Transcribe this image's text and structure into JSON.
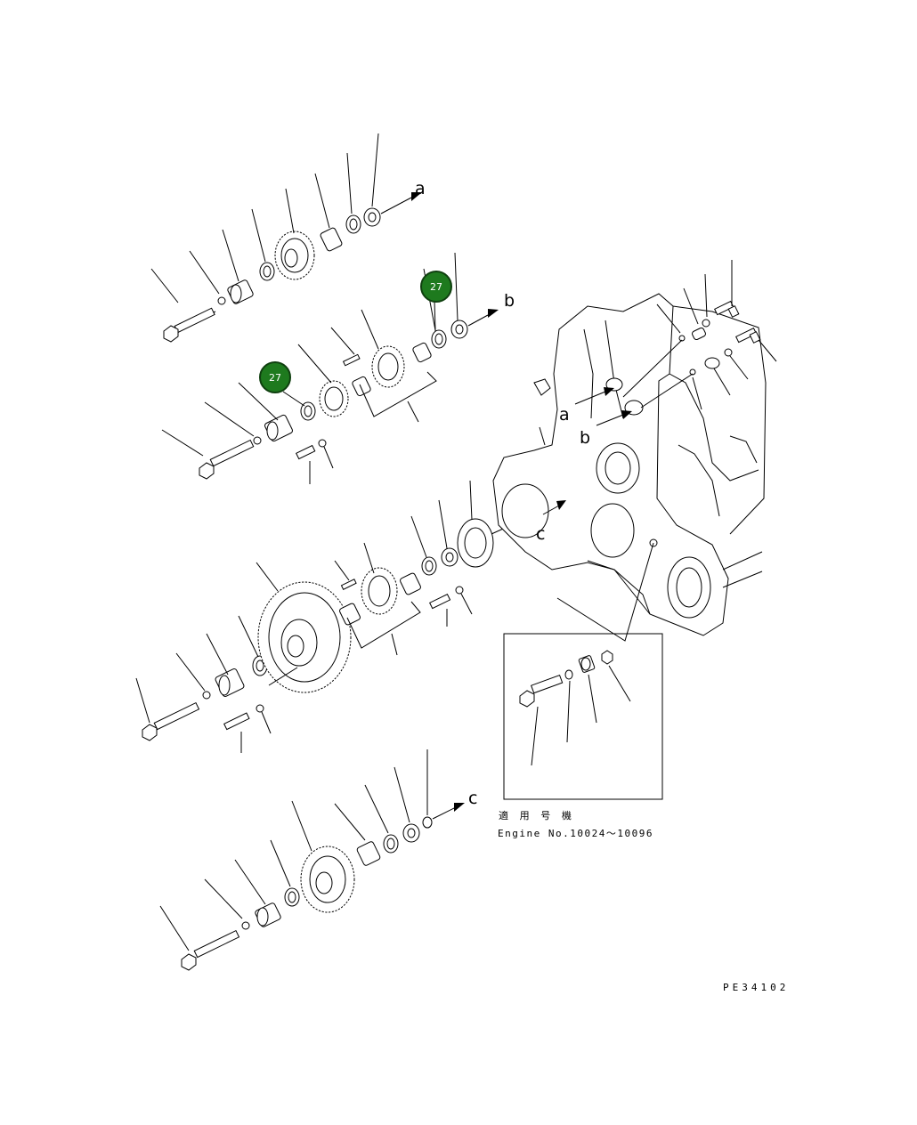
{
  "ref_labels": [
    "a",
    "b",
    "c"
  ],
  "callouts": [
    {
      "number": "27"
    },
    {
      "number": "27"
    }
  ],
  "inset": {
    "note_jp": "適 用 号 機",
    "note_engine": "Engine No.10024〜10096"
  },
  "drawing_code": "PE34102",
  "colors": {
    "callout_fill": "#1e7a1e",
    "line": "#000000",
    "background": "#ffffff"
  }
}
